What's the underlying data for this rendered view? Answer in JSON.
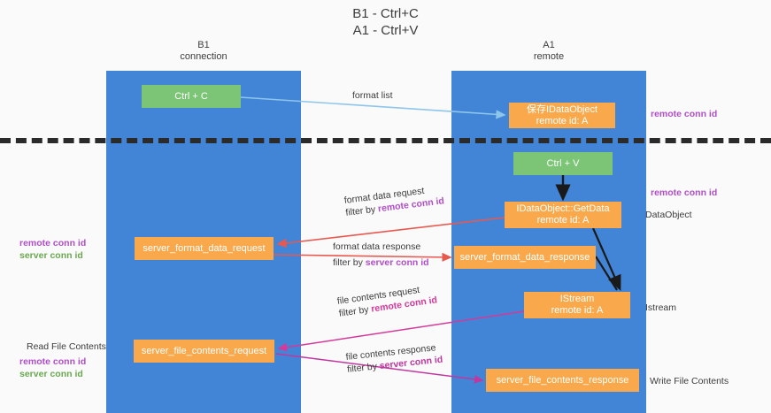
{
  "title": {
    "line1": "B1 - Ctrl+C",
    "line2": "A1 - Ctrl+V"
  },
  "columns": [
    {
      "id": "b1",
      "name": "B1",
      "role": "connection"
    },
    {
      "id": "a1",
      "name": "A1",
      "role": "remote"
    }
  ],
  "nodes": {
    "ctrl_c": {
      "label": "Ctrl + C",
      "color": "#7cc576"
    },
    "save_idataobject": {
      "label": "保存IDataObject",
      "sub": "remote id: A",
      "color": "#f9a94c"
    },
    "ctrl_v": {
      "label": "Ctrl + V",
      "color": "#7cc576"
    },
    "idataobject_getdata": {
      "label": "IDataObject::GetData",
      "sub": "remote id: A",
      "color": "#f9a94c"
    },
    "server_format_data_request": {
      "label": "server_format_data_request",
      "color": "#f9a94c"
    },
    "server_format_data_response": {
      "label": "server_format_data_response",
      "color": "#f9a94c"
    },
    "istream": {
      "label": "IStream",
      "sub": "remote id: A",
      "color": "#f9a94c"
    },
    "server_file_contents_request": {
      "label": "server_file_contents_request",
      "color": "#f9a94c"
    },
    "server_file_contents_response": {
      "label": "server_file_contents_response",
      "color": "#f9a94c"
    }
  },
  "edge_labels": {
    "format_list": "format list",
    "format_data_request": "format data request",
    "format_data_request_filter_prefix": "filter by ",
    "format_data_request_filter_value": "remote conn id",
    "format_data_response": "format data response",
    "format_data_response_filter_prefix": "filter by ",
    "format_data_response_filter_value": "server conn id",
    "file_contents_request": "file contents request",
    "file_contents_request_filter_prefix": "filter by ",
    "file_contents_request_filter_value": "remote conn id",
    "file_contents_response": "file contents response",
    "file_contents_response_filter_prefix": "filter by ",
    "file_contents_response_filter_value": "server conn id"
  },
  "annotations": {
    "right": {
      "remote_conn_id_top": "remote conn id",
      "remote_conn_id_mid": "remote conn id",
      "data_object": "DataObject",
      "istream": "Istream",
      "write_file_contents": "Write File Contents"
    },
    "left": {
      "remote_conn_id": "remote conn id",
      "server_conn_id": "server conn id",
      "read_file_contents": "Read File Contents",
      "remote_conn_id_2": "remote conn id",
      "server_conn_id_2": "server conn id"
    }
  },
  "colors": {
    "lane": "#4285d6",
    "green_node": "#7cc576",
    "orange_node": "#f9a94c",
    "divider": "#2b2b2b",
    "arrow_blue": "#8ec5ea",
    "arrow_red": "#e8584f",
    "arrow_pink": "#d5399a",
    "arrow_magenta": "#c0379f",
    "arrow_black": "#1a1a1a",
    "conn_purple": "#b04ec7",
    "conn_green": "#6aa84f",
    "background": "#fafafa"
  }
}
